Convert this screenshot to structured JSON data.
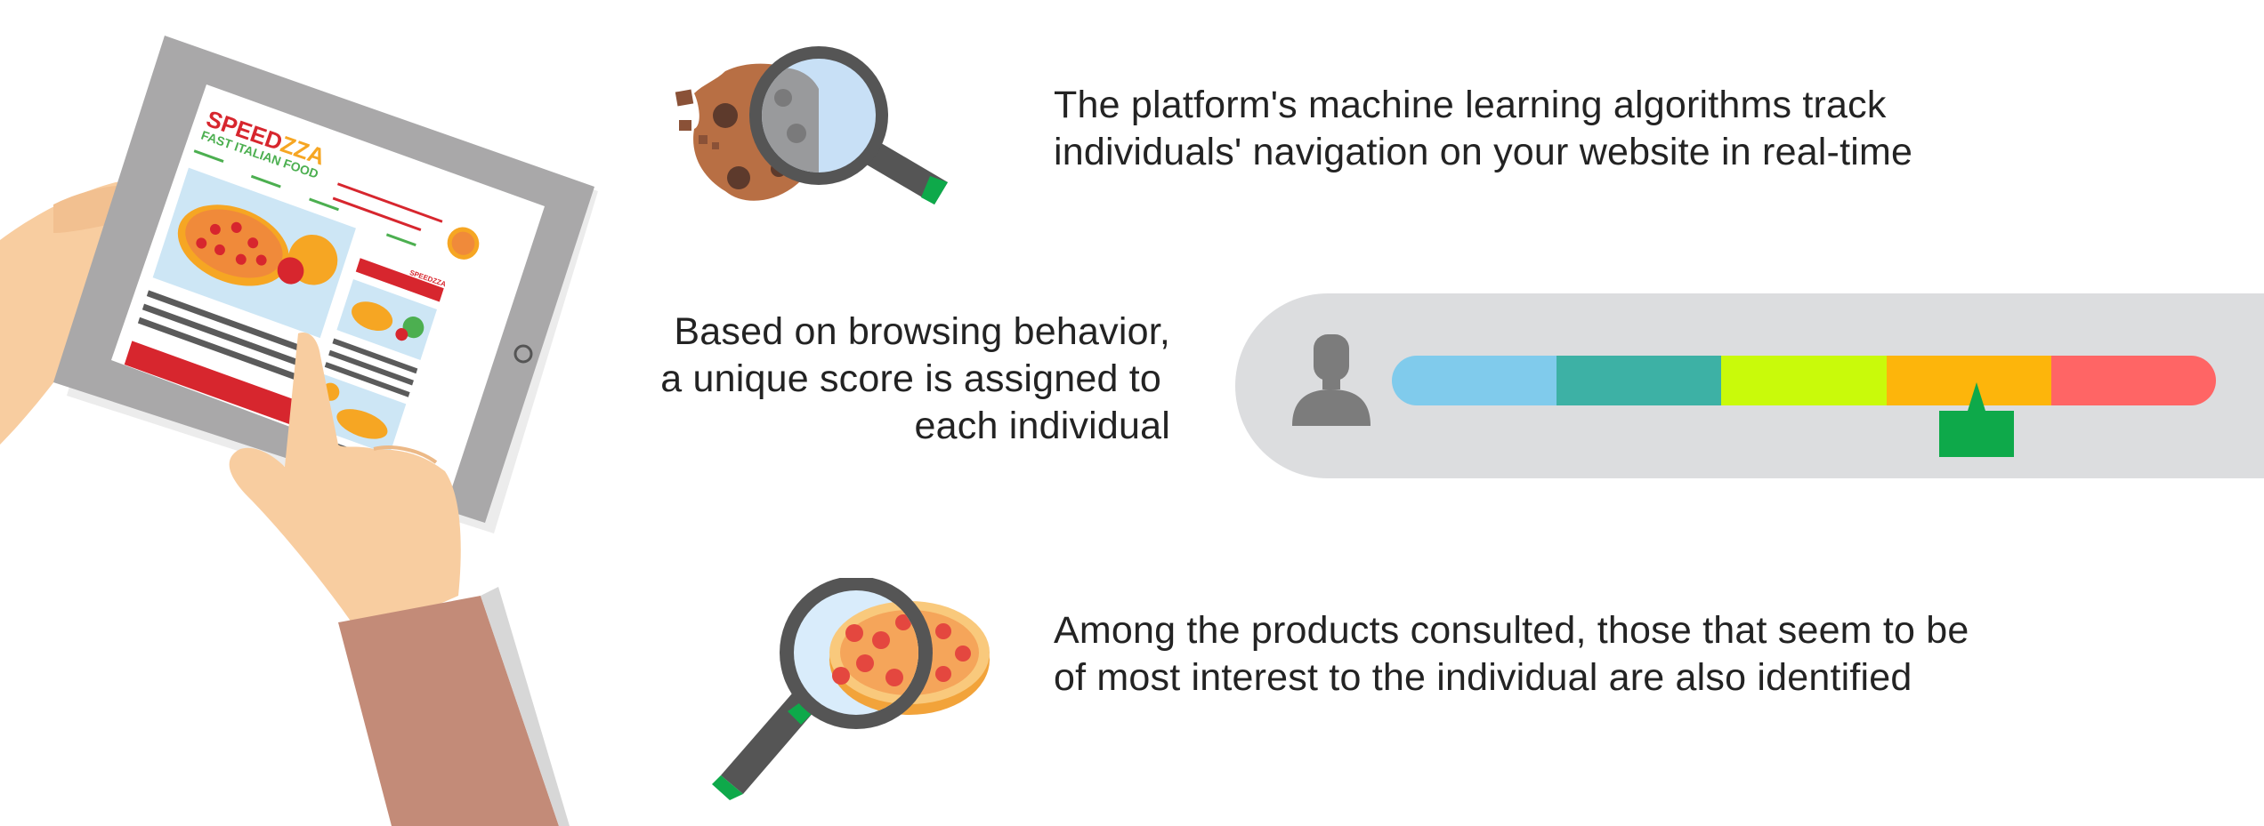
{
  "tablet": {
    "brand_primary": "SPEED",
    "brand_secondary": "ZZA",
    "tagline": "FAST ITALIAN FOOD",
    "thumb_brand": "SPEEDZZA"
  },
  "sections": {
    "tracking": {
      "line1": "The platform's machine learning algorithms track",
      "line2": "individuals' navigation on your website in real-time"
    },
    "scoring": {
      "line1": "Based on browsing behavior,",
      "line2": "a unique score is assigned to",
      "line3": "each individual"
    },
    "products": {
      "line1": "Among the products consulted, those that seem to be",
      "line2": "of most interest to the individual are also identified"
    }
  },
  "score_scale": {
    "segment_colors": [
      "#80cbec",
      "#3db1a5",
      "#c9fa0a",
      "#fdb50b",
      "#ff6565"
    ],
    "indicator_color": "#0ea94a",
    "indicator_segment": 4,
    "indicator_position": 0.71
  },
  "colors": {
    "text": "#232323",
    "panel": "#dcdddf",
    "brand_red": "#d7262e",
    "brand_orange": "#f6a623",
    "brand_green": "#4caf50"
  }
}
